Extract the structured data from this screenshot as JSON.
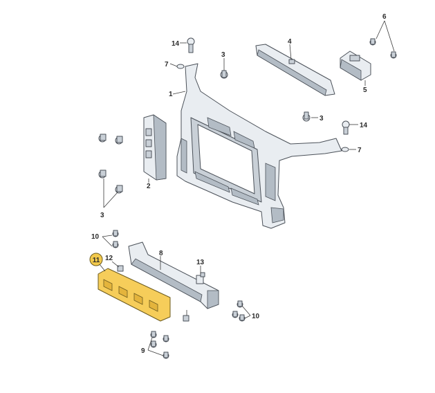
{
  "parts": {
    "p1": "1",
    "p2": "2",
    "p3a": "3",
    "p3b": "3",
    "p3c": "3",
    "p4": "4",
    "p5": "5",
    "p6": "6",
    "p7a": "7",
    "p7b": "7",
    "p8": "8",
    "p9": "9",
    "p10a": "10",
    "p10b": "10",
    "p11": "11",
    "p12": "12",
    "p13": "13",
    "p14a": "14",
    "p14b": "14"
  },
  "colors": {
    "highlight": "#f6cd5a",
    "highlight_badge": "#f2c94c"
  }
}
